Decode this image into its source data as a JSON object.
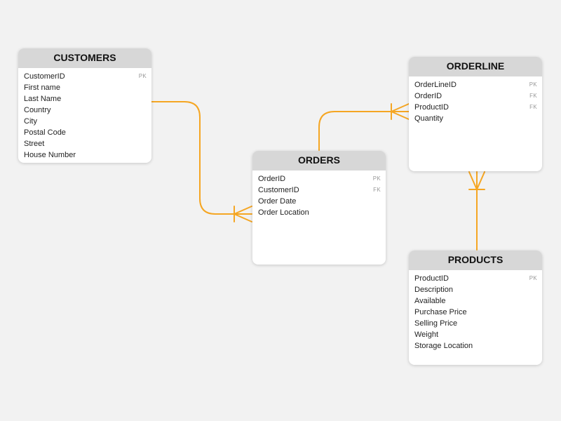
{
  "colors": {
    "connector": "#f5a623",
    "header_bg": "#d7d7d7",
    "canvas_bg": "#f2f2f2"
  },
  "entities": {
    "customers": {
      "title": "CUSTOMERS",
      "fields": [
        {
          "name": "CustomerID",
          "key": "PK"
        },
        {
          "name": "First name",
          "key": ""
        },
        {
          "name": "Last Name",
          "key": ""
        },
        {
          "name": "Country",
          "key": ""
        },
        {
          "name": "City",
          "key": ""
        },
        {
          "name": "Postal Code",
          "key": ""
        },
        {
          "name": "Street",
          "key": ""
        },
        {
          "name": "House Number",
          "key": ""
        }
      ]
    },
    "orders": {
      "title": "ORDERS",
      "fields": [
        {
          "name": "OrderID",
          "key": "PK"
        },
        {
          "name": "CustomerID",
          "key": "FK"
        },
        {
          "name": "Order Date",
          "key": ""
        },
        {
          "name": "Order Location",
          "key": ""
        }
      ]
    },
    "orderline": {
      "title": "ORDERLINE",
      "fields": [
        {
          "name": "OrderLineID",
          "key": "PK"
        },
        {
          "name": "OrderID",
          "key": "FK"
        },
        {
          "name": "ProductID",
          "key": "FK"
        },
        {
          "name": "Quantity",
          "key": ""
        }
      ]
    },
    "products": {
      "title": "PRODUCTS",
      "fields": [
        {
          "name": "ProductID",
          "key": "PK"
        },
        {
          "name": "Description",
          "key": ""
        },
        {
          "name": "Available",
          "key": ""
        },
        {
          "name": "Purchase Price",
          "key": ""
        },
        {
          "name": "Selling Price",
          "key": ""
        },
        {
          "name": "Weight",
          "key": ""
        },
        {
          "name": "Storage Location",
          "key": ""
        }
      ]
    }
  },
  "relationships": [
    {
      "from": "CUSTOMERS",
      "to": "ORDERS",
      "from_end": "one",
      "to_end": "one-or-many"
    },
    {
      "from": "ORDERS",
      "to": "ORDERLINE",
      "from_end": "one",
      "to_end": "one-or-many"
    },
    {
      "from": "PRODUCTS",
      "to": "ORDERLINE",
      "from_end": "one",
      "to_end": "one-or-many"
    }
  ]
}
